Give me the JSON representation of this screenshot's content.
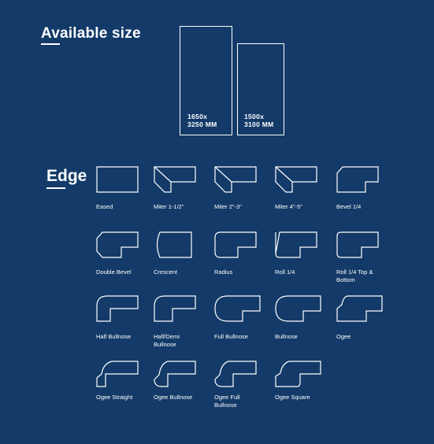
{
  "header": {
    "title": "Available size"
  },
  "slabs": [
    {
      "line1": "1650x",
      "line2": "3250 MM"
    },
    {
      "line1": "1500x",
      "line2": "3100 MM"
    }
  ],
  "edge": {
    "title": "Edge",
    "profiles": [
      {
        "name": "Eased",
        "icon": "eased-profile-icon"
      },
      {
        "name": "Miter 1-1/2\"",
        "icon": "miter-profile-icon"
      },
      {
        "name": "Miter 2\"-3\"",
        "icon": "miter-profile-icon"
      },
      {
        "name": "Miter 4\"-5\"",
        "icon": "miter-profile-icon"
      },
      {
        "name": "Bevel 1/4",
        "icon": "bevel-profile-icon"
      },
      {
        "name": "Double Bevel",
        "icon": "double-bevel-profile-icon"
      },
      {
        "name": "Crescent",
        "icon": "crescent-profile-icon"
      },
      {
        "name": "Radius",
        "icon": "radius-profile-icon"
      },
      {
        "name": "Roll 1/4",
        "icon": "roll-profile-icon"
      },
      {
        "name": "Roll 1/4 Top & Bottom",
        "icon": "roll-top-bottom-profile-icon"
      },
      {
        "name": "Half Bullnose",
        "icon": "half-bullnose-profile-icon"
      },
      {
        "name": "Half/Demi Bullnose",
        "icon": "demi-bullnose-profile-icon"
      },
      {
        "name": "Full Bullnose",
        "icon": "full-bullnose-profile-icon"
      },
      {
        "name": "Bullnose",
        "icon": "bullnose-profile-icon"
      },
      {
        "name": "Ogee",
        "icon": "ogee-profile-icon"
      },
      {
        "name": "Ogee Straight",
        "icon": "ogee-straight-profile-icon"
      },
      {
        "name": "Ogee Bullnose",
        "icon": "ogee-bullnose-profile-icon"
      },
      {
        "name": "Ogee Full Bullnose",
        "icon": "ogee-full-bullnose-profile-icon"
      },
      {
        "name": "Ogee Square",
        "icon": "ogee-square-profile-icon"
      }
    ]
  }
}
